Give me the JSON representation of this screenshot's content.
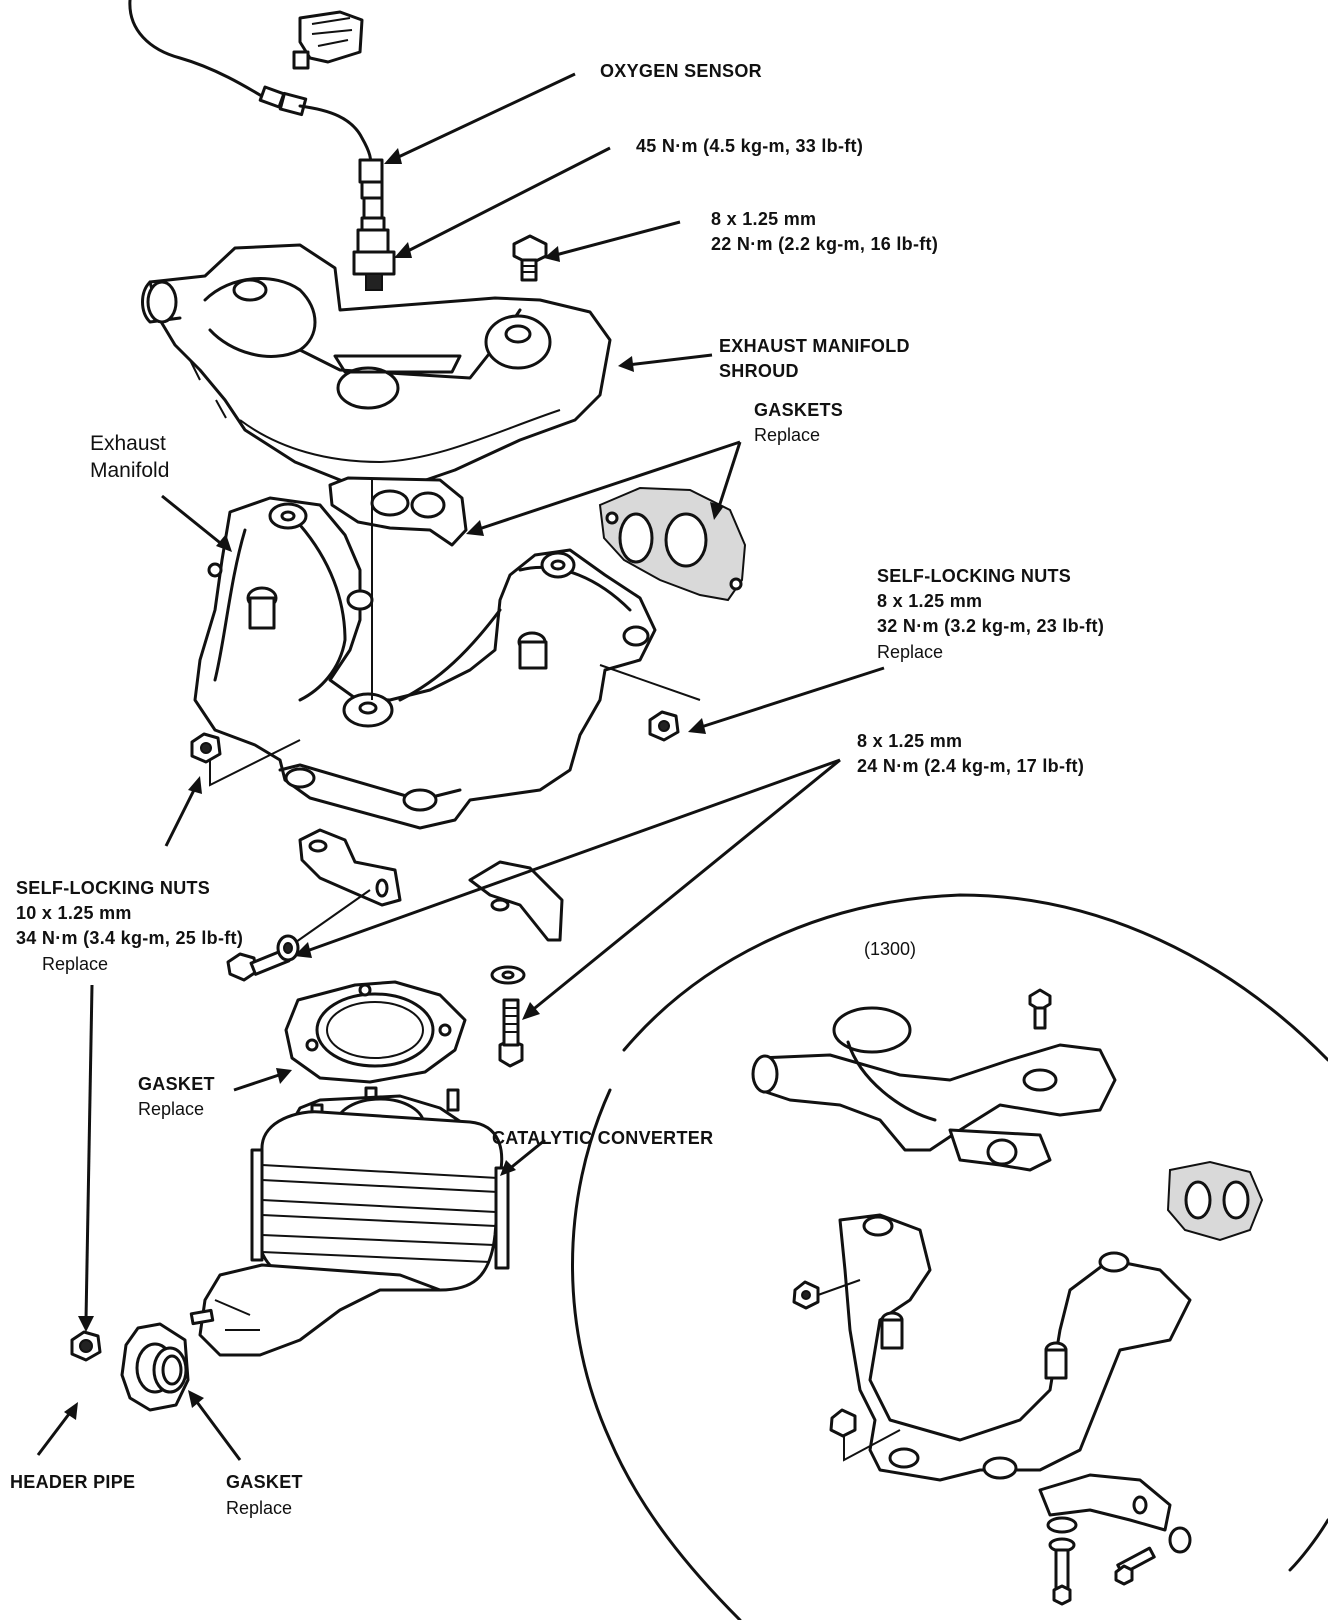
{
  "labels": {
    "oxygen_sensor": "OXYGEN SENSOR",
    "o2_torque": "45 N·m  (4.5 kg-m, 33 lb-ft)",
    "shroud_bolt_size": "8 x 1.25 mm",
    "shroud_bolt_torque": "22 N·m (2.2 kg-m, 16 lb-ft)",
    "shroud_line1": "EXHAUST MANIFOLD",
    "shroud_line2": "SHROUD",
    "gaskets": "GASKETS",
    "gaskets_note": "Replace",
    "manifold_line1": "Exhaust",
    "manifold_line2": "Manifold",
    "upper_nuts": "SELF-LOCKING NUTS",
    "upper_nuts_size": "8 x 1.25 mm",
    "upper_nuts_torque": "32 N·m (3.2 kg-m, 23 lb-ft)",
    "upper_nuts_note": "Replace",
    "bracket_bolt_size": "8 x 1.25 mm",
    "bracket_bolt_torque": "24 N·m (2.4 kg-m, 17 lb-ft)",
    "lower_nuts": "SELF-LOCKING NUTS",
    "lower_nuts_size": "10 x 1.25 mm",
    "lower_nuts_torque": "34 N·m (3.4 kg-m, 25 lb-ft)",
    "lower_nuts_note": "Replace",
    "gasket": "GASKET",
    "gasket_note": "Replace",
    "catalytic_converter": "CATALYTIC CONVERTER",
    "header_pipe": "HEADER PIPE",
    "header_gasket": "GASKET",
    "header_gasket_note": "Replace",
    "variant": "(1300)"
  }
}
